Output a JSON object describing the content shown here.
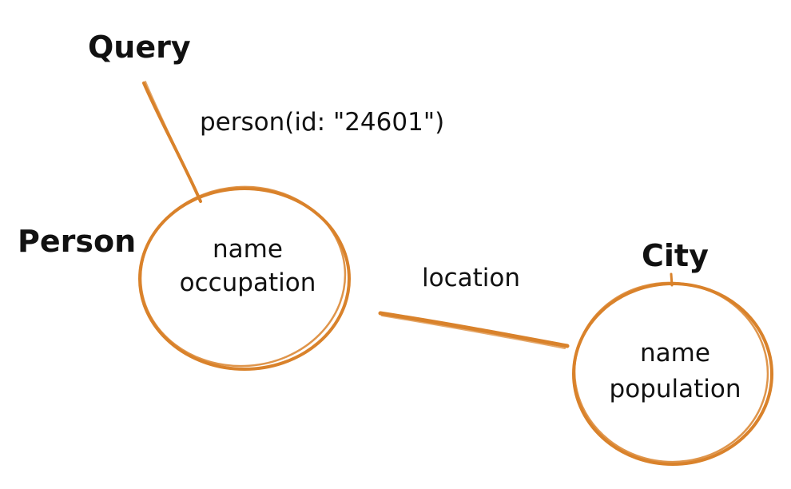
{
  "colors": {
    "stroke": "#d9822b",
    "ink": "#111111",
    "background": "#ffffff"
  },
  "query": {
    "label": "Query"
  },
  "edges": {
    "query_to_person": {
      "label": "person(id: \"24601\")"
    },
    "person_to_city": {
      "label": "location"
    }
  },
  "person": {
    "label": "Person",
    "fields": [
      "name",
      "occupation"
    ]
  },
  "city": {
    "label": "City",
    "fields": [
      "name",
      "population"
    ]
  }
}
